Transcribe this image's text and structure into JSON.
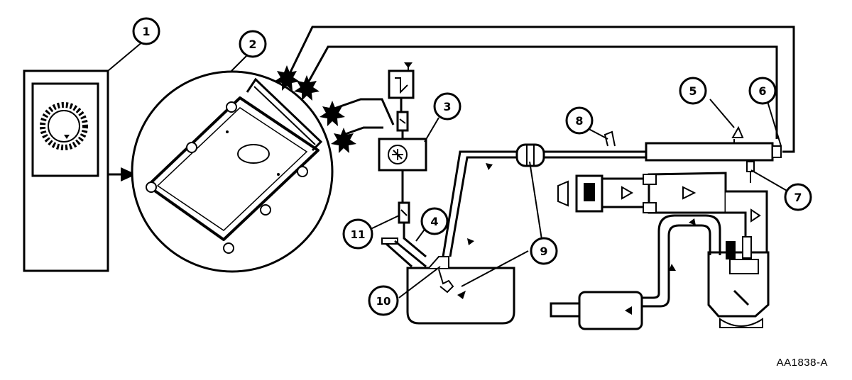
{
  "diagram": {
    "figure_id": "AA1838-A",
    "callouts": [
      "1",
      "2",
      "3",
      "4",
      "5",
      "6",
      "7",
      "8",
      "9",
      "9",
      "10",
      "11"
    ]
  }
}
